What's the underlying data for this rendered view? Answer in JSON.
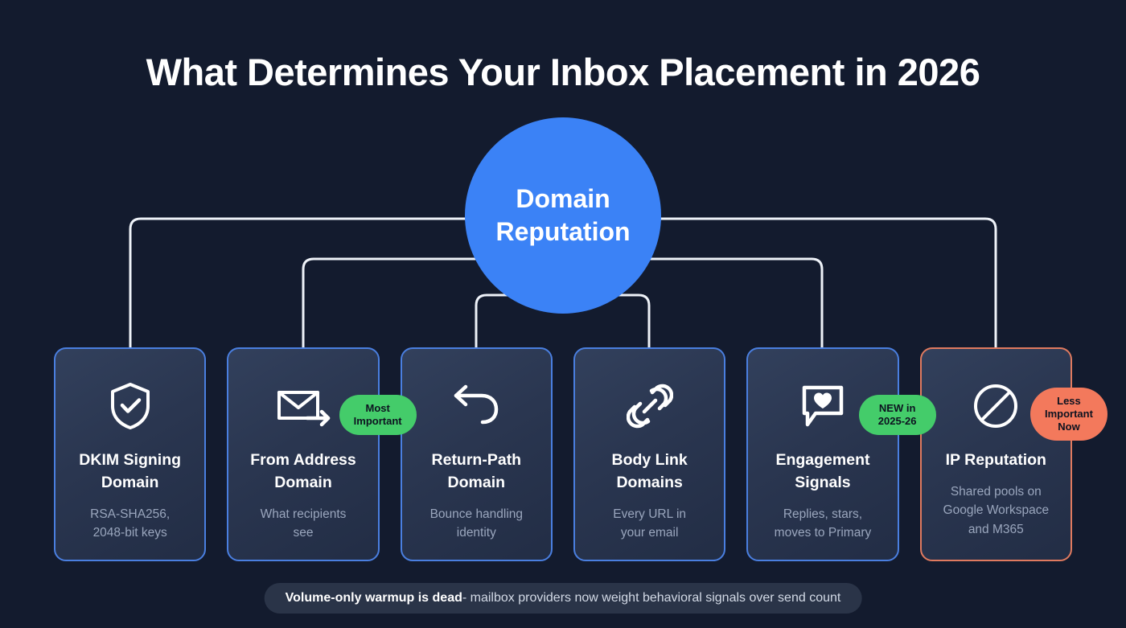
{
  "title": "What Determines Your Inbox Placement in 2026",
  "hub": {
    "line1": "Domain",
    "line2": "Reputation",
    "color": "#3b82f6"
  },
  "colors": {
    "background": "#131b2e",
    "card_border": "#4a7fe0",
    "card_border_warning": "#e07a5f",
    "badge_green": "#44cc6a",
    "badge_orange": "#f3795c",
    "connector": "#eef2f8"
  },
  "cards": [
    {
      "icon": "shield-check-icon",
      "title_line1": "DKIM Signing",
      "title_line2": "Domain",
      "desc_line1": "RSA-SHA256,",
      "desc_line2": "2048-bit keys",
      "badge": null
    },
    {
      "icon": "envelope-arrow-icon",
      "title_line1": "From Address",
      "title_line2": "Domain",
      "desc_line1": "What recipients",
      "desc_line2": "see",
      "badge": {
        "line1": "Most",
        "line2": "Important",
        "style": "green"
      }
    },
    {
      "icon": "reply-arrow-icon",
      "title_line1": "Return-Path",
      "title_line2": "Domain",
      "desc_line1": "Bounce handling",
      "desc_line2": "identity",
      "badge": null
    },
    {
      "icon": "link-chain-icon",
      "title_line1": "Body Link",
      "title_line2": "Domains",
      "desc_line1": "Every URL in",
      "desc_line2": "your email",
      "badge": null
    },
    {
      "icon": "speech-bubble-heart-icon",
      "title_line1": "Engagement",
      "title_line2": "Signals",
      "desc_line1": "Replies, stars,",
      "desc_line2": "moves to Primary",
      "badge": {
        "line1": "NEW in",
        "line2": "2025-26",
        "style": "green"
      }
    },
    {
      "icon": "no-entry-icon",
      "title_line1": "IP Reputation",
      "title_line2": "",
      "desc_line1": "Shared pools on",
      "desc_line2": "Google Workspace",
      "desc_line3": "and M365",
      "badge": {
        "line1": "Less",
        "line2": "Important",
        "line3": "Now",
        "style": "orange"
      }
    }
  ],
  "footer": {
    "strong": "Volume-only warmup is dead",
    "rest": " - mailbox providers now weight behavioral signals over send count"
  }
}
